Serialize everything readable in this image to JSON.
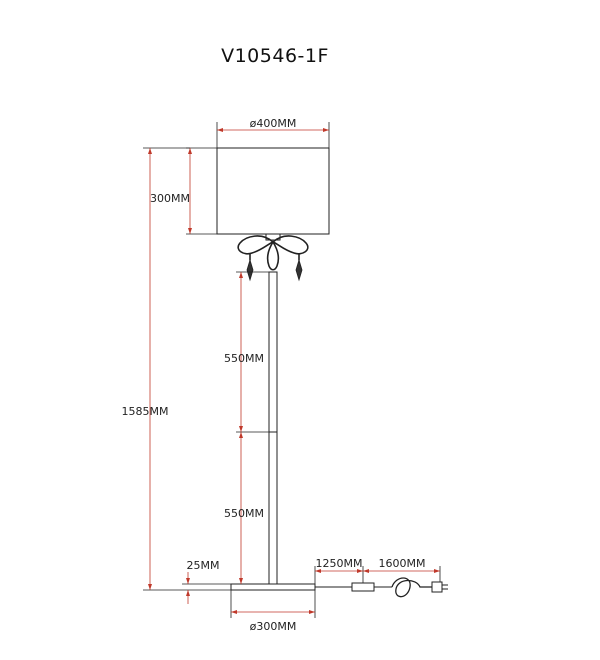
{
  "title": "V10546-1F",
  "dimensions": {
    "shade_diameter": "ø400MM",
    "shade_height": "300MM",
    "total_height": "1585MM",
    "upper_pole": "550MM",
    "lower_pole": "550MM",
    "base_thickness": "25MM",
    "base_diameter": "ø300MM",
    "cord_to_switch": "1250MM",
    "switch_to_plug": "1600MM"
  },
  "colors": {
    "dimension_line": "#c0392b",
    "outline": "#222222"
  }
}
